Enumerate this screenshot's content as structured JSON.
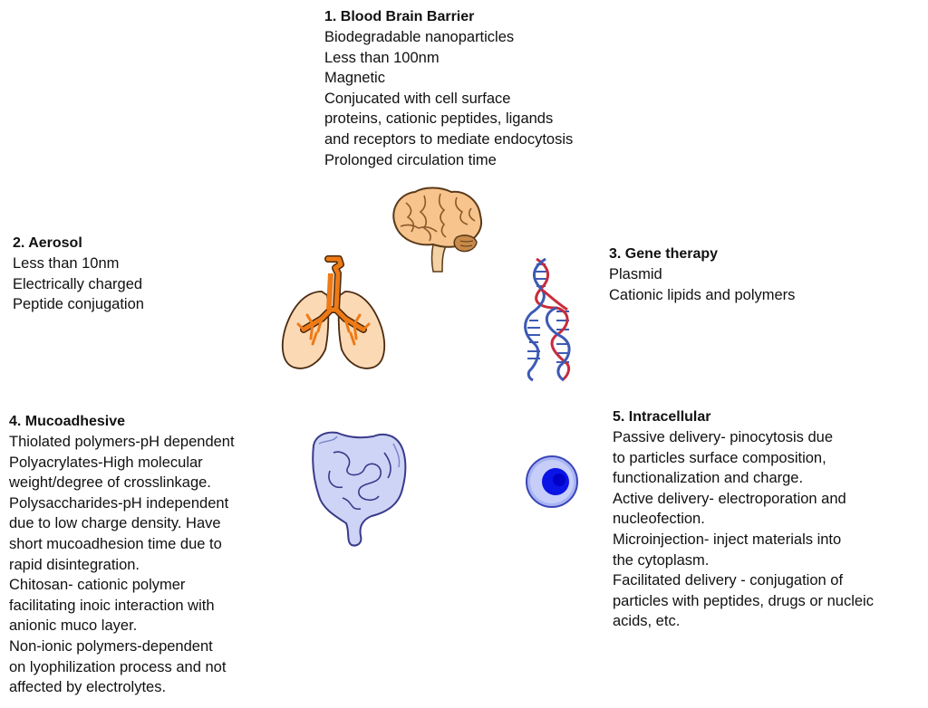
{
  "sections": [
    {
      "id": "b1",
      "title": "1. Blood Brain Barrier",
      "lines": [
        "Biodegradable nanoparticles",
        "Less than 100nm",
        "Magnetic",
        "Conjucated with cell surface",
        "proteins, cationic peptides, ligands",
        "and receptors to mediate endocytosis",
        "Prolonged circulation time"
      ]
    },
    {
      "id": "b2",
      "title": "2. Aerosol",
      "lines": [
        "Less than 10nm",
        "Electrically charged",
        "Peptide conjugation"
      ]
    },
    {
      "id": "b3",
      "title": "3. Gene therapy",
      "lines": [
        "Plasmid",
        "Cationic lipids and polymers"
      ]
    },
    {
      "id": "b4",
      "title": "4. Mucoadhesive",
      "lines": [
        "Thiolated polymers-pH dependent",
        "Polyacrylates-High molecular",
        "weight/degree of crosslinkage.",
        "Polysaccharides-pH independent",
        "due to low charge density. Have",
        "short mucoadhesion time due to",
        "rapid disintegration.",
        "Chitosan- cationic polymer",
        "facilitating inoic interaction with",
        "anionic muco layer.",
        "Non-ionic polymers-dependent",
        "on lyophilization process and not",
        "affected by electrolytes."
      ]
    },
    {
      "id": "b5",
      "title": "5. Intracellular",
      "lines": [
        "Passive delivery- pinocytosis due",
        "to particles surface composition,",
        "functionalization and charge.",
        "Active delivery- electroporation and",
        "nucleofection.",
        "Microinjection- inject materials into",
        "the cytoplasm.",
        "Facilitated delivery - conjugation of",
        "particles with peptides, drugs or nucleic",
        "acids, etc."
      ]
    }
  ],
  "icons": {
    "brain": "brain-icon",
    "lungs": "lungs-icon",
    "dna": "dna-double-helix-icon",
    "intestine": "intestine-icon",
    "cell": "cell-icon"
  },
  "colors": {
    "brain_fill": "#f6c48c",
    "brain_stroke": "#5a3a1a",
    "lung_fill": "#fbd9b4",
    "trachea": "#ee7a16",
    "dna_red": "#c82c3c",
    "dna_blue": "#3c5ab4",
    "intestine_fill": "#cdd4f6",
    "intestine_stroke": "#3a3a8a",
    "cell_fill": "#a8b4f4",
    "nucleus": "#0a14e6"
  }
}
